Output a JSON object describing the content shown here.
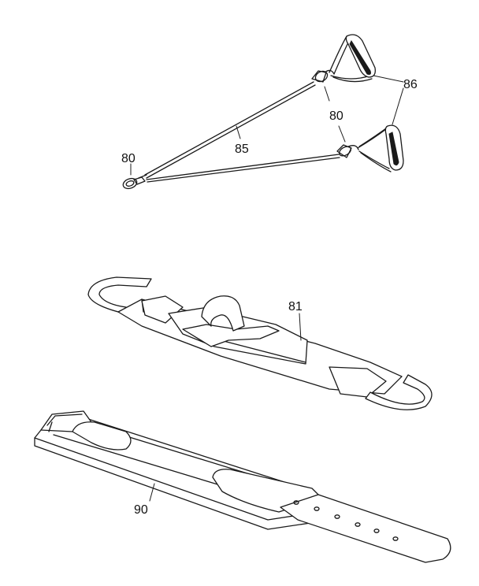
{
  "labels": {
    "cable_clip_upper": "80",
    "cable_clip_left": "80",
    "cable": "85",
    "handles": "86",
    "ankle_strap": "81",
    "wrist_cuff": "90"
  },
  "colors": {
    "ink": "#1a1a1a",
    "background": "#ffffff"
  }
}
